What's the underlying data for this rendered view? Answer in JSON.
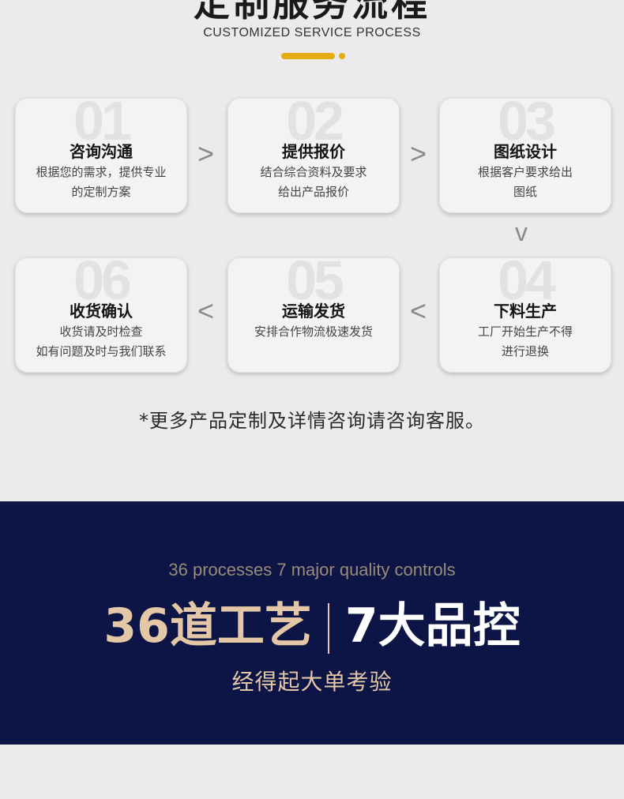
{
  "header": {
    "title_cn": "定制服务流程",
    "title_en": "CUSTOMIZED SERVICE PROCESS",
    "accent_color": "#e3ad10"
  },
  "steps": [
    {
      "num": "01",
      "title": "咨询沟通",
      "line1": "根据您的需求，提供专业",
      "line2": "的定制方案"
    },
    {
      "num": "02",
      "title": "提供报价",
      "line1": "结合综合资料及要求",
      "line2": "给出产品报价"
    },
    {
      "num": "03",
      "title": "图纸设计",
      "line1": "根据客户要求给出",
      "line2": "图纸"
    },
    {
      "num": "04",
      "title": "下料生产",
      "line1": "工厂开始生产不得",
      "line2": "进行退换"
    },
    {
      "num": "05",
      "title": "运输发货",
      "line1": "安排合作物流极速发货",
      "line2": ""
    },
    {
      "num": "06",
      "title": "收货确认",
      "line1": "收货请及时检查",
      "line2": "如有问题及时与我们联系"
    }
  ],
  "arrows": {
    "right": ">",
    "down": "v",
    "left": "<"
  },
  "note": "*更多产品定制及详情咨询请咨询客服。",
  "quality": {
    "en": "36 processes 7 major quality controls",
    "left": "36道工艺",
    "right": "7大品控",
    "sub": "经得起大单考验",
    "band_color": "#0c1546",
    "gold_color": "#e3c7a6"
  }
}
